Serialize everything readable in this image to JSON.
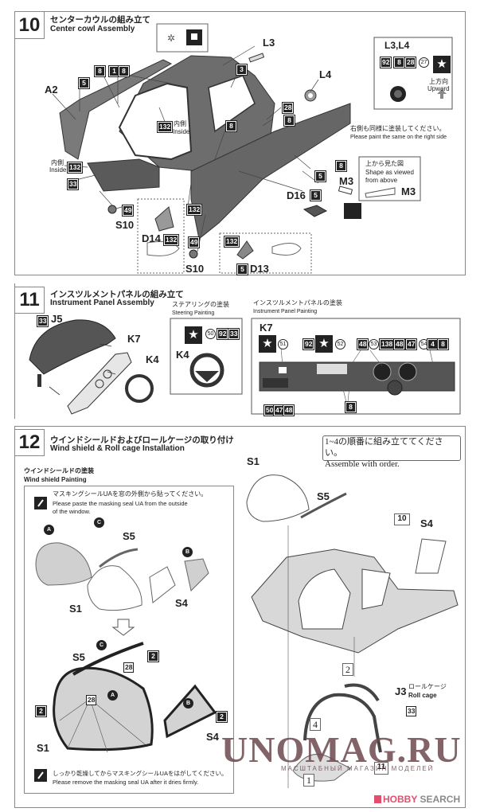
{
  "step10": {
    "number": "10",
    "title_jp": "センターカウルの組み立て",
    "title_en": "Center cowl Assembly",
    "labels": {
      "A2": "A2",
      "L3": "L3",
      "L4": "L4",
      "M3": "M3",
      "D16": "D16",
      "S10a": "S10",
      "S10b": "S10",
      "D14": "D14",
      "D13": "D13"
    },
    "inside_jp": "内側",
    "inside_en": "Inside",
    "color_chips": {
      "c5a": "5",
      "c8a": "8",
      "c1": "1",
      "c8b": "8",
      "c3": "3",
      "c28": "28",
      "c8c": "8",
      "c132a": "132",
      "c8d": "8",
      "c132b": "132",
      "c33": "33",
      "c5b": "5",
      "c8e": "8",
      "c5c": "5",
      "c49a": "49",
      "c132c": "132",
      "c132d": "132",
      "c49b": "49",
      "c132e": "132",
      "c5d": "5"
    },
    "l3l4_panel": {
      "title": "L3,L4",
      "chips": [
        "92",
        "8",
        "28"
      ],
      "circle_chip": "27",
      "star": "★",
      "upward_jp": "上方向",
      "upward_en": "Upward"
    },
    "right_side_note_jp": "右側も同様に塗装してください。",
    "right_side_note_en": "Please paint the same on the right side",
    "shape_box": {
      "jp": "上から見た図",
      "en_line1": "Shape as viewed",
      "en_line2": "from above",
      "part": "M3"
    }
  },
  "step11": {
    "number": "11",
    "title_jp": "インスツルメントパネルの組み立て",
    "title_en": "Instrument Panel Assembly",
    "labels": {
      "J5": "J5",
      "K7": "K7",
      "K4": "K4"
    },
    "chip_j5": "33",
    "steering": {
      "title_jp": "ステアリングの塗装",
      "title_en": "Steering Painting",
      "part": "K4",
      "star": "★",
      "circle_chip": "50",
      "chips": [
        "92",
        "33"
      ]
    },
    "panel": {
      "title_jp": "インスツルメントパネルの塗装",
      "title_en": "Instrument Panel Painting",
      "part": "K7",
      "star": "★",
      "circle_51": "51",
      "chip_92": "92",
      "circle_52": "52",
      "chip_48a": "48",
      "circle_53": "53",
      "chips_mid": [
        "138",
        "48",
        "47"
      ],
      "circle_54": "54",
      "chips_right": [
        "4",
        "8"
      ],
      "chips_bottom": [
        "50",
        "47",
        "48"
      ],
      "chip_8": "8"
    }
  },
  "step12": {
    "number": "12",
    "title_jp": "ウインドシールドおよびロールケージの取り付け",
    "title_en": "Wind shield & Roll cage Installation",
    "ws_title_jp": "ウインドシールドの塗装",
    "ws_title_en": "Wind shield Painting",
    "note1_jp": "マスキングシールUAを窓の外側から貼ってください。",
    "note1_en_line1": "Please paste the masking seal UA from the outside",
    "note1_en_line2": "of the window.",
    "note2_jp": "しっかり乾燥してからマスキングシールUAをはがしてください。",
    "note2_en": "Please remove the masking seal UA after it dries firmly.",
    "seals": {
      "A": "A",
      "B": "B",
      "C": "C"
    },
    "labels": {
      "S1": "S1",
      "S4": "S4",
      "S5": "S5"
    },
    "chips": {
      "c2a": "2",
      "c28a": "28",
      "c28b": "28",
      "c2b": "2",
      "c2c": "2"
    },
    "order_note_jp": "1~4の順番に組み立ててください。",
    "order_note_en": "Assemble with order.",
    "right_labels": {
      "S1": "S1",
      "S5": "S5",
      "S4": "S4",
      "J3": "J3"
    },
    "ref_step_10": "10",
    "ref_step_11": "11",
    "order_marks": [
      "1",
      "2",
      "4"
    ],
    "rollcage_jp": "ロールケージ",
    "rollcage_en": "Roll cage",
    "rollcage_chip": "33"
  },
  "watermark": {
    "main": "UNOMAG.RU",
    "sub": "МАСШТАБНЫЙ МАГАЗИН МОДЕЛЕЙ"
  },
  "brand": {
    "logo_text_a": "HO",
    "logo_text_b": "BBY",
    "logo_text_c": " SEARCH",
    "accent": "#e0506e",
    "gray": "#8a8a8a"
  }
}
